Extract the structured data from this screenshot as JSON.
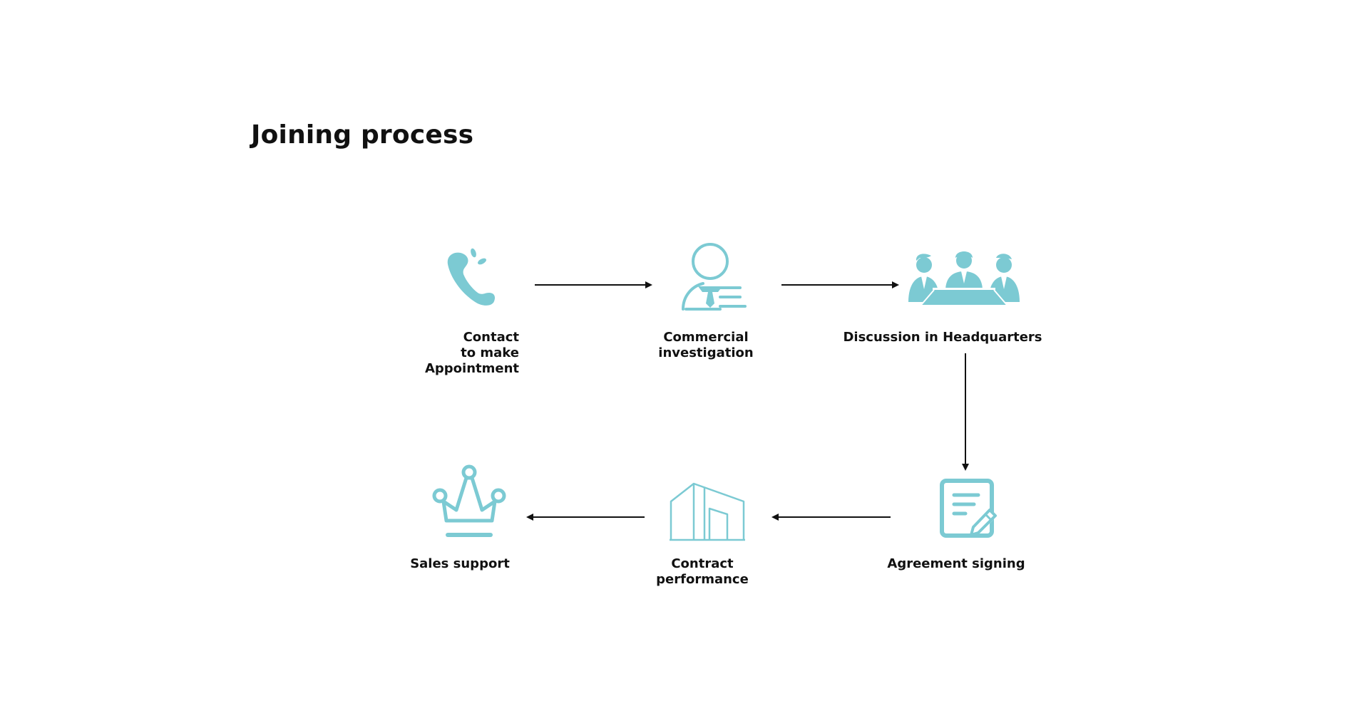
{
  "title": "Joining process",
  "accent_color": "#7ccad3",
  "arrow_color": "#111111",
  "steps": [
    {
      "label": "Contact\nto make\nAppointment",
      "icon": "phone-icon"
    },
    {
      "label": "Commercial\ninvestigation",
      "icon": "businessman-icon"
    },
    {
      "label": "Discussion in Headquarters",
      "icon": "meeting-icon"
    },
    {
      "label": "Agreement signing",
      "icon": "document-pen-icon"
    },
    {
      "label": "Contract\nperformance",
      "icon": "building-icon"
    },
    {
      "label": "Sales support",
      "icon": "crown-icon"
    }
  ]
}
